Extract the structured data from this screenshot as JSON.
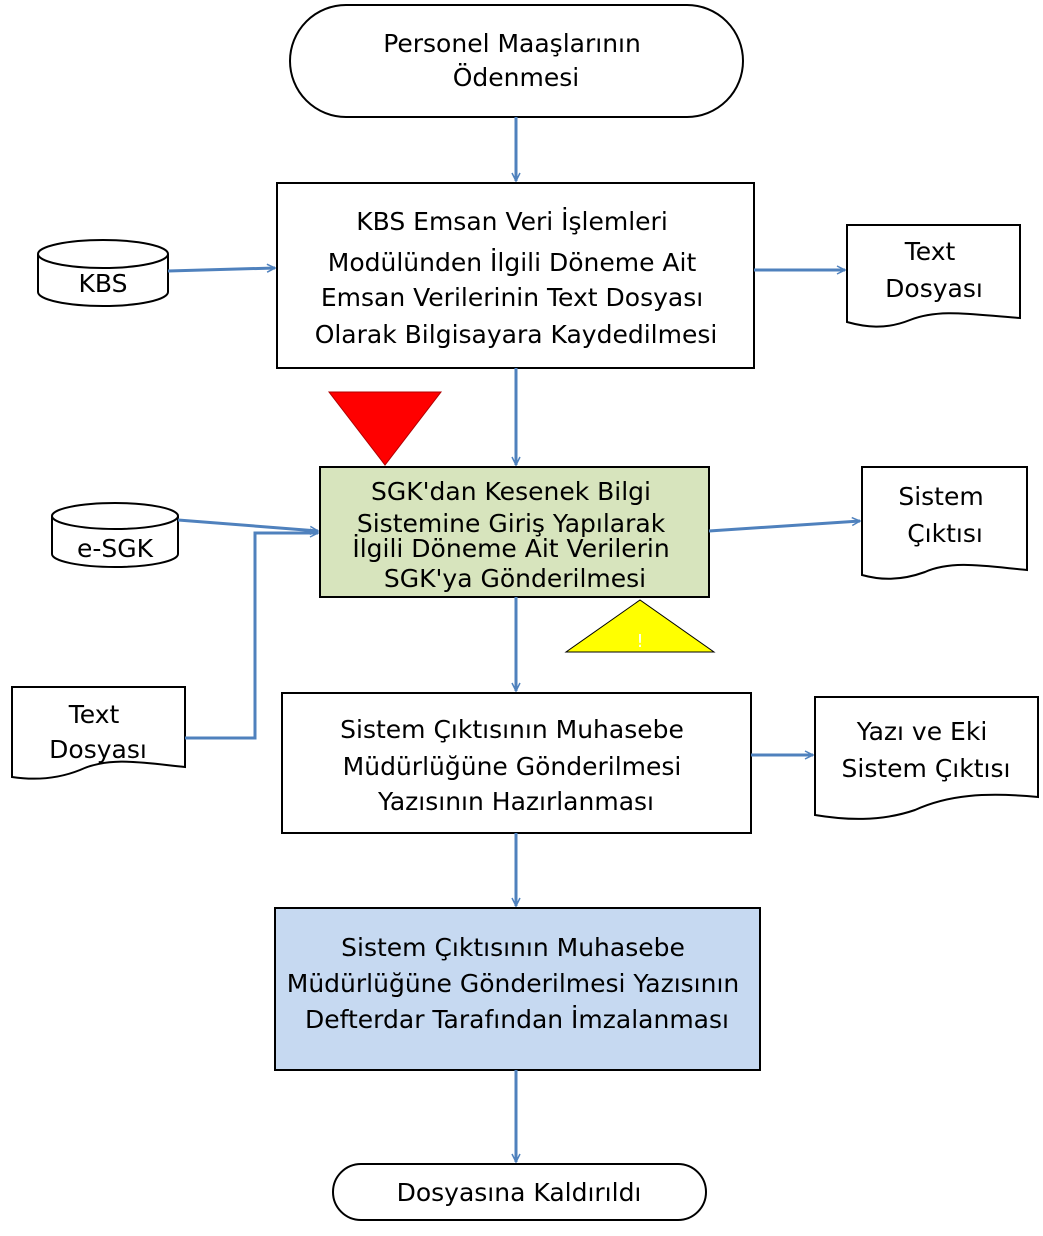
{
  "colors": {
    "arrow": "#4f81bd",
    "process_green": "#d7e4bd",
    "process_blue": "#c6d9f1",
    "warning_red": "#ff0000",
    "warning_yellow": "#ffff00"
  },
  "start": {
    "lines": [
      "Personel Maaşlarının",
      "Ödenmesi"
    ]
  },
  "step1": {
    "lines": [
      "KBS Emsan Veri  İşlemleri",
      "Modülünden İlgili Döneme Ait",
      "Emsan Verilerinin Text Dosyası",
      "Olarak Bilgisayara Kaydedilmesi"
    ]
  },
  "kbs_db": {
    "label": "KBS"
  },
  "text_doc_1": {
    "lines": [
      "Text",
      "Dosyası"
    ]
  },
  "step2": {
    "lines": [
      "SGK'dan Kesenek Bilgi",
      "Sistemine Giriş Yapılarak",
      "İlgili Döneme Ait Verilerin",
      "SGK'ya Gönderilmesi"
    ]
  },
  "esgk_db": {
    "label": "e-SGK"
  },
  "system_output_doc": {
    "lines": [
      "Sistem",
      "Çıktısı"
    ]
  },
  "warning_yellow": {
    "label": "!"
  },
  "text_doc_2": {
    "lines": [
      "Text",
      "Dosyası"
    ]
  },
  "step3": {
    "lines": [
      "Sistem Çıktısının Muhasebe",
      "Müdürlüğüne Gönderilmesi",
      "Yazısının Hazırlanması"
    ]
  },
  "letter_doc": {
    "lines": [
      "Yazı ve Eki",
      "Sistem Çıktısı"
    ]
  },
  "step4": {
    "lines": [
      "Sistem Çıktısının Muhasebe",
      "Müdürlüğüne Gönderilmesi Yazısının",
      "Defterdar Tarafından İmzalanması"
    ]
  },
  "end": {
    "lines": [
      "Dosyasına Kaldırıldı"
    ]
  }
}
